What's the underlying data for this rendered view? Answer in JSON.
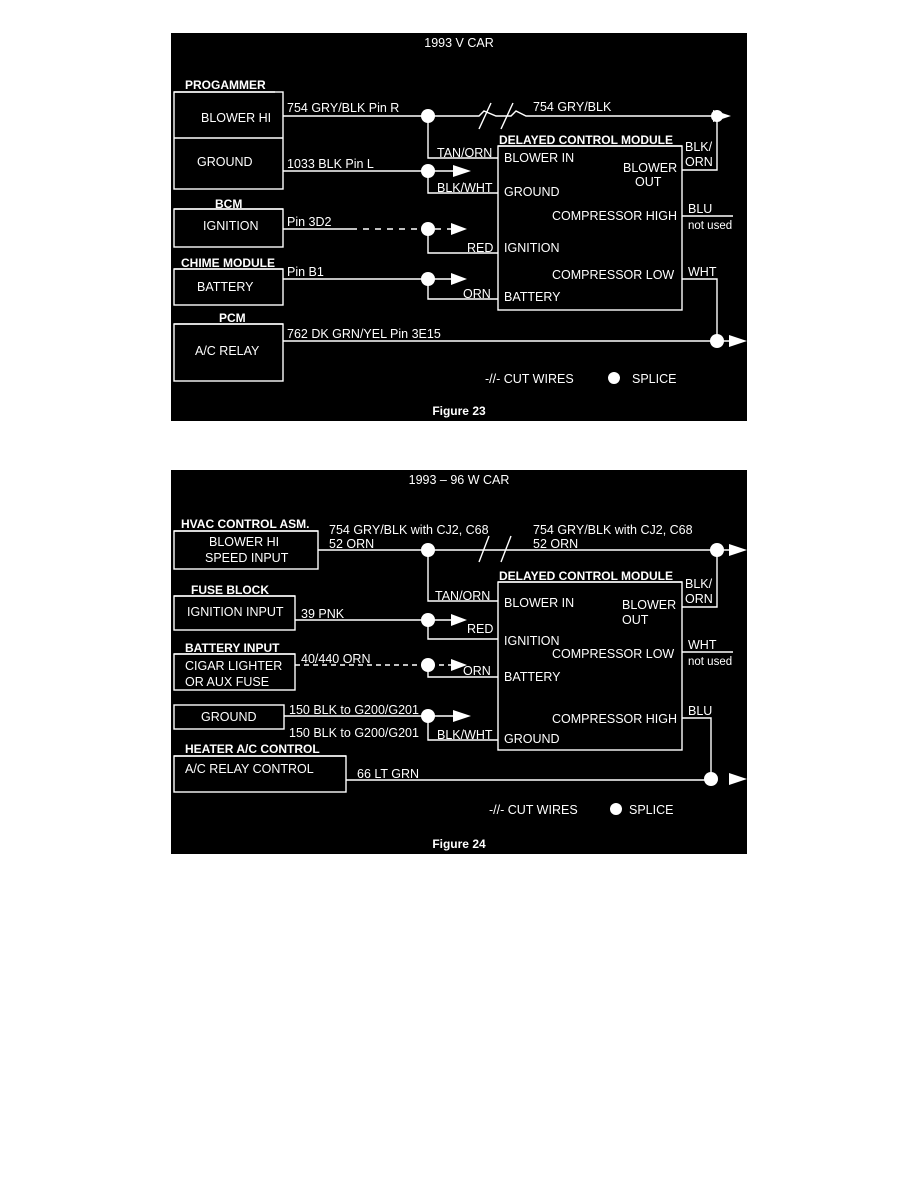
{
  "figure23": {
    "title": "1993  V CAR",
    "caption": "Figure 23",
    "programmer_header": "PROGAMMER",
    "blower_hi": "BLOWER HI",
    "ground": "GROUND",
    "bcm_header": "BCM",
    "ignition": "IGNITION",
    "chime_header": "CHIME MODULE",
    "battery": "BATTERY",
    "pcm_header": "PCM",
    "ac_relay": "A/C RELAY",
    "wire_754_left": "754 GRY/BLK  Pin R",
    "wire_754_right": "754 GRY/BLK",
    "wire_1033": "1033 BLK  Pin L",
    "wire_pin3d2": "Pin 3D2",
    "wire_pinb1": "Pin B1",
    "wire_762": "762  DK GRN/YEL  Pin 3E15",
    "tan_orn": "TAN/ORN",
    "blk_wht": "BLK/WHT",
    "red": "RED",
    "orn": "ORN",
    "module_title": "DELAYED CONTROL MODULE",
    "blower_in": "BLOWER IN",
    "blower_out_1": "BLOWER",
    "blower_out_2": "OUT",
    "module_ground": "GROUND",
    "compressor_high": "COMPRESSOR HIGH",
    "module_ignition": "IGNITION",
    "compressor_low": "COMPRESSOR LOW",
    "module_battery": "BATTERY",
    "blk_orn_1": "BLK/",
    "blk_orn_2": "ORN",
    "blu": "BLU",
    "not_used": "not used",
    "wht": "WHT",
    "legend_cut": "-//-  CUT WIRES",
    "legend_splice": "SPLICE"
  },
  "figure24": {
    "title": "1993 – 96  W CAR",
    "caption": "Figure 24",
    "hvac_header": "HVAC CONTROL ASM.",
    "blower_hi_1": "BLOWER HI",
    "blower_hi_2": "SPEED INPUT",
    "fuse_header": "FUSE BLOCK",
    "ignition_input": "IGNITION INPUT",
    "battery_header": "BATTERY INPUT",
    "cigar_1": "CIGAR LIGHTER",
    "cigar_2": "OR AUX FUSE",
    "ground": "GROUND",
    "heater_header": "HEATER A/C CONTROL",
    "ac_relay_control": "A/C RELAY CONTROL",
    "wire_754_left": "754 GRY/BLK with CJ2, C68",
    "wire_52_left": "52 ORN",
    "wire_754_right": "754 GRY/BLK with CJ2, C68",
    "wire_52_right": "52 ORN",
    "wire_39": "39 PNK",
    "wire_40": "40/440 ORN",
    "wire_150_a": "150 BLK to G200/G201",
    "wire_150_b": "150 BLK to G200/G201",
    "wire_66": "66 LT GRN",
    "tan_orn": "TAN/ORN",
    "red": "RED",
    "orn": "ORN",
    "blk_wht": "BLK/WHT",
    "module_title": "DELAYED CONTROL MODULE",
    "blower_in": "BLOWER IN",
    "blower_out_1": "BLOWER",
    "blower_out_2": "OUT",
    "module_ignition": "IGNITION",
    "compressor_low": "COMPRESSOR LOW",
    "module_battery": "BATTERY",
    "compressor_high": "COMPRESSOR HIGH",
    "module_ground": "GROUND",
    "blk_orn_1": "BLK/",
    "blk_orn_2": "ORN",
    "wht": "WHT",
    "not_used": "not used",
    "blu": "BLU",
    "legend_cut": "-//-  CUT WIRES",
    "legend_splice": "SPLICE"
  }
}
